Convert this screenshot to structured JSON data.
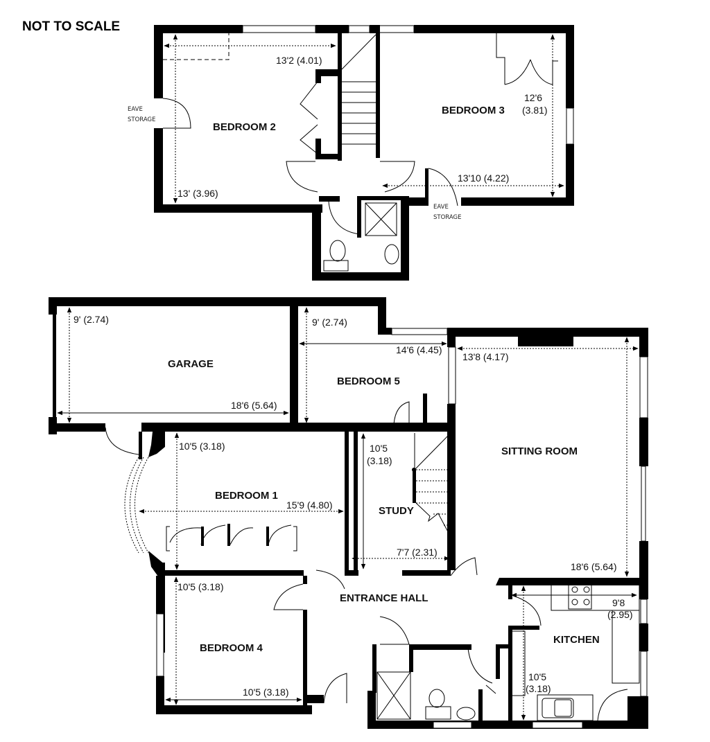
{
  "title": "NOT TO SCALE",
  "floors": {
    "upper": {
      "rooms": [
        {
          "name": "BEDROOM 2",
          "dims": [
            "13'2 (4.01)",
            "13' (3.96)"
          ]
        },
        {
          "name": "BEDROOM 3",
          "dims": [
            "12'6",
            "(3.81)",
            "13'10 (4.22)"
          ]
        }
      ],
      "notes": [
        {
          "line1": "EAVE",
          "line2": "STORAGE"
        },
        {
          "line1": "EAVE",
          "line2": "STORAGE"
        }
      ]
    },
    "ground": {
      "rooms": [
        {
          "name": "GARAGE",
          "dims": [
            "9' (2.74)",
            "18'6 (5.64)"
          ]
        },
        {
          "name": "BEDROOM 5",
          "dims": [
            "9' (2.74)",
            "14'6 (4.45)"
          ]
        },
        {
          "name": "SITTING ROOM",
          "dims": [
            "13'8 (4.17)",
            "18'6 (5.64)"
          ]
        },
        {
          "name": "BEDROOM 1",
          "dims": [
            "10'5 (3.18)",
            "15'9 (4.80)"
          ]
        },
        {
          "name": "STUDY",
          "dims": [
            "10'5",
            "(3.18)",
            "7'7 (2.31)"
          ]
        },
        {
          "name": "ENTRANCE HALL",
          "dims": []
        },
        {
          "name": "BEDROOM 4",
          "dims": [
            "10'5 (3.18)",
            "10'5 (3.18)"
          ]
        },
        {
          "name": "KITCHEN",
          "dims": [
            "9'8",
            "(2.95)",
            "10'5",
            "(3.18)"
          ]
        }
      ]
    }
  },
  "colors": {
    "wall": "#000000",
    "background": "#ffffff"
  }
}
